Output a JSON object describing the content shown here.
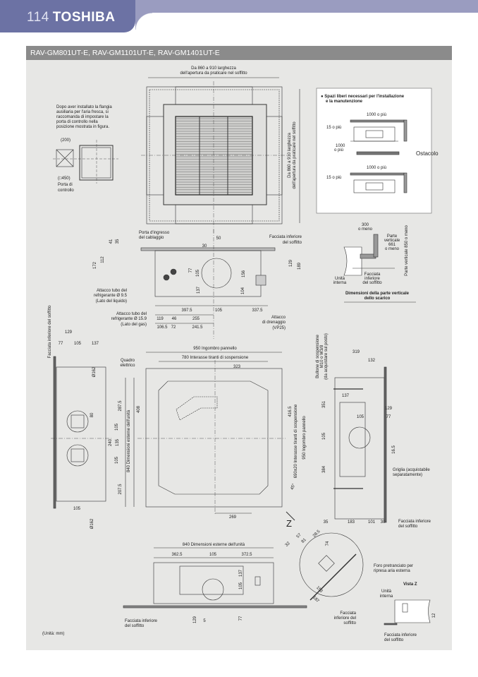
{
  "header": {
    "page_number": "114",
    "brand": "TOSHIBA"
  },
  "section_title": "RAV-GM801UT-E, RAV-GM1101UT-E, RAV-GM1401UT-E",
  "top_view": {
    "width_label": [
      "Da 860 a 910 larghezza",
      "dell'apertura da praticare nel soffitto"
    ],
    "height_label": [
      "Da 860 a 910 larghezza",
      "dell'apertura da praticare nel soffitto"
    ]
  },
  "control_port_note": {
    "text": [
      "Dopo aver installato la flangia",
      "ausiliaria per l'aria fresca, si",
      "raccomanda di impostare la",
      "porta di controllo nella",
      "posizione mostrata in figura."
    ],
    "offset": "(200)",
    "size": "(□450)",
    "label": [
      "Porta di",
      "controllo"
    ]
  },
  "clearance": {
    "title": [
      "● Spazi liberi necessari per l'installazione",
      "e la manutenzione"
    ],
    "top_dim": "1000 o più",
    "side_dim": "15 o più",
    "below_dim": [
      "1000",
      "o più"
    ],
    "obstacle": "Ostacolo",
    "top_dim_2": "1000 o più",
    "side_dim_2": "15 o più"
  },
  "side_view": {
    "wiring_port": [
      "Porta d'ingresso",
      "del cablaggio"
    ],
    "ceiling_face": [
      "Facciata inferiore",
      "del soffitto"
    ],
    "liquid_pipe": [
      "Attacco tubo del",
      "refrigerante Ø 9.5",
      "(Lato del liquido)"
    ],
    "gas_pipe": [
      "Attacco tubo del",
      "refrigerante Ø 15.9",
      "(Lato del gas)"
    ],
    "drain": [
      "Attacco",
      "di drenaggio",
      "(VP25)"
    ],
    "dims": {
      "d41": "41",
      "d35": "35",
      "d50": "50",
      "d30": "30",
      "d172": "172",
      "d112": "112",
      "d77": "77",
      "d105": "105",
      "d156": "156",
      "d129": "129",
      "d189": "189",
      "d137": "137",
      "d104": "104",
      "d397": "397.5",
      "d105b": "105",
      "d337": "337.5",
      "d119": "119",
      "d46": "46",
      "d255": "255",
      "d106": "106.5",
      "d72": "72",
      "d241": "241.5"
    }
  },
  "drain_detail": {
    "max_horizontal": [
      "300",
      "o meno"
    ],
    "vertical_part": [
      "Parte",
      "verticale",
      "661",
      "o meno"
    ],
    "vertical_max": "Parte verticale 850 o meno",
    "unit": [
      "Unità",
      "interna"
    ],
    "ceiling": [
      "Facciata",
      "inferiore",
      "del soffitto"
    ],
    "caption": [
      "Dimensioni della parte verticale",
      "dello scarico"
    ]
  },
  "left_view": {
    "ceiling": "Facciata inferiore del soffitto",
    "dims": {
      "d129": "129",
      "d77": "77",
      "d105": "105",
      "d137": "137",
      "phi1": "Ø162",
      "d287": "287.5",
      "d80": "80",
      "d105a": "105",
      "d240": "240",
      "d135": "135",
      "d105b": "105",
      "unit840": "840 Dimensioni esterne dell'unità",
      "d207": "207.5",
      "d408": "408",
      "d105c": "105",
      "phi2": "Ø162"
    }
  },
  "plan_view": {
    "panel_width": "950 Ingombro pannello",
    "hanger_pitch": "780 Interasse tiranti di sospensione",
    "d323": "323",
    "electrical_box": [
      "Quadro",
      "elettrico"
    ],
    "d416": "416.5",
    "hanger_pitch_v": "690±20 Interasse tiranti di sospensione",
    "panel_height": "950 Ingombro pannello",
    "angle": "45°",
    "d269": "269",
    "view_z": "Z"
  },
  "right_view": {
    "bolt": [
      "Bullone di sospensione",
      "M10 o W3/8",
      "(da acquistare sul posto)"
    ],
    "dims": {
      "d319": "319",
      "d132": "132",
      "d137": "137",
      "d351": "351",
      "d129": "129",
      "d77": "77",
      "d105": "105",
      "d105v": "105",
      "d16": "16.5",
      "d384": "384",
      "d35": "35",
      "d183": "183",
      "d101": "101",
      "d30": "30"
    },
    "grille": [
      "Griglia (acquistabile",
      "separatamente)"
    ],
    "ceiling": [
      "Facciata inferiore",
      "del soffitto"
    ]
  },
  "front_view": {
    "unit_width": "840 Dimensioni esterne dell'unità",
    "dims": {
      "d362": "362.5",
      "d105": "105",
      "d372": "372.5",
      "d137": "137",
      "d105v": "105",
      "d129": "129",
      "d5": "5",
      "d77": "77"
    },
    "ceiling": [
      "Facciata inferiore",
      "del soffitto"
    ],
    "units": "(Unità: mm)"
  },
  "detail_view": {
    "dims": {
      "d32": "32",
      "d57": "57",
      "d81": "81",
      "d28": "28.5",
      "d74": "74",
      "d153": "153",
      "d187": "187"
    },
    "knockout": [
      "Foro pretranciato per",
      "ripresa aria esterna"
    ],
    "ceiling": [
      "Facciata",
      "inferiore del",
      "soffitto"
    ]
  },
  "view_z": {
    "title": "Vista Z",
    "unit": [
      "Unità",
      "interna"
    ],
    "d12": "12",
    "ceiling": [
      "Facciata inferiore",
      "del soffitto"
    ]
  }
}
